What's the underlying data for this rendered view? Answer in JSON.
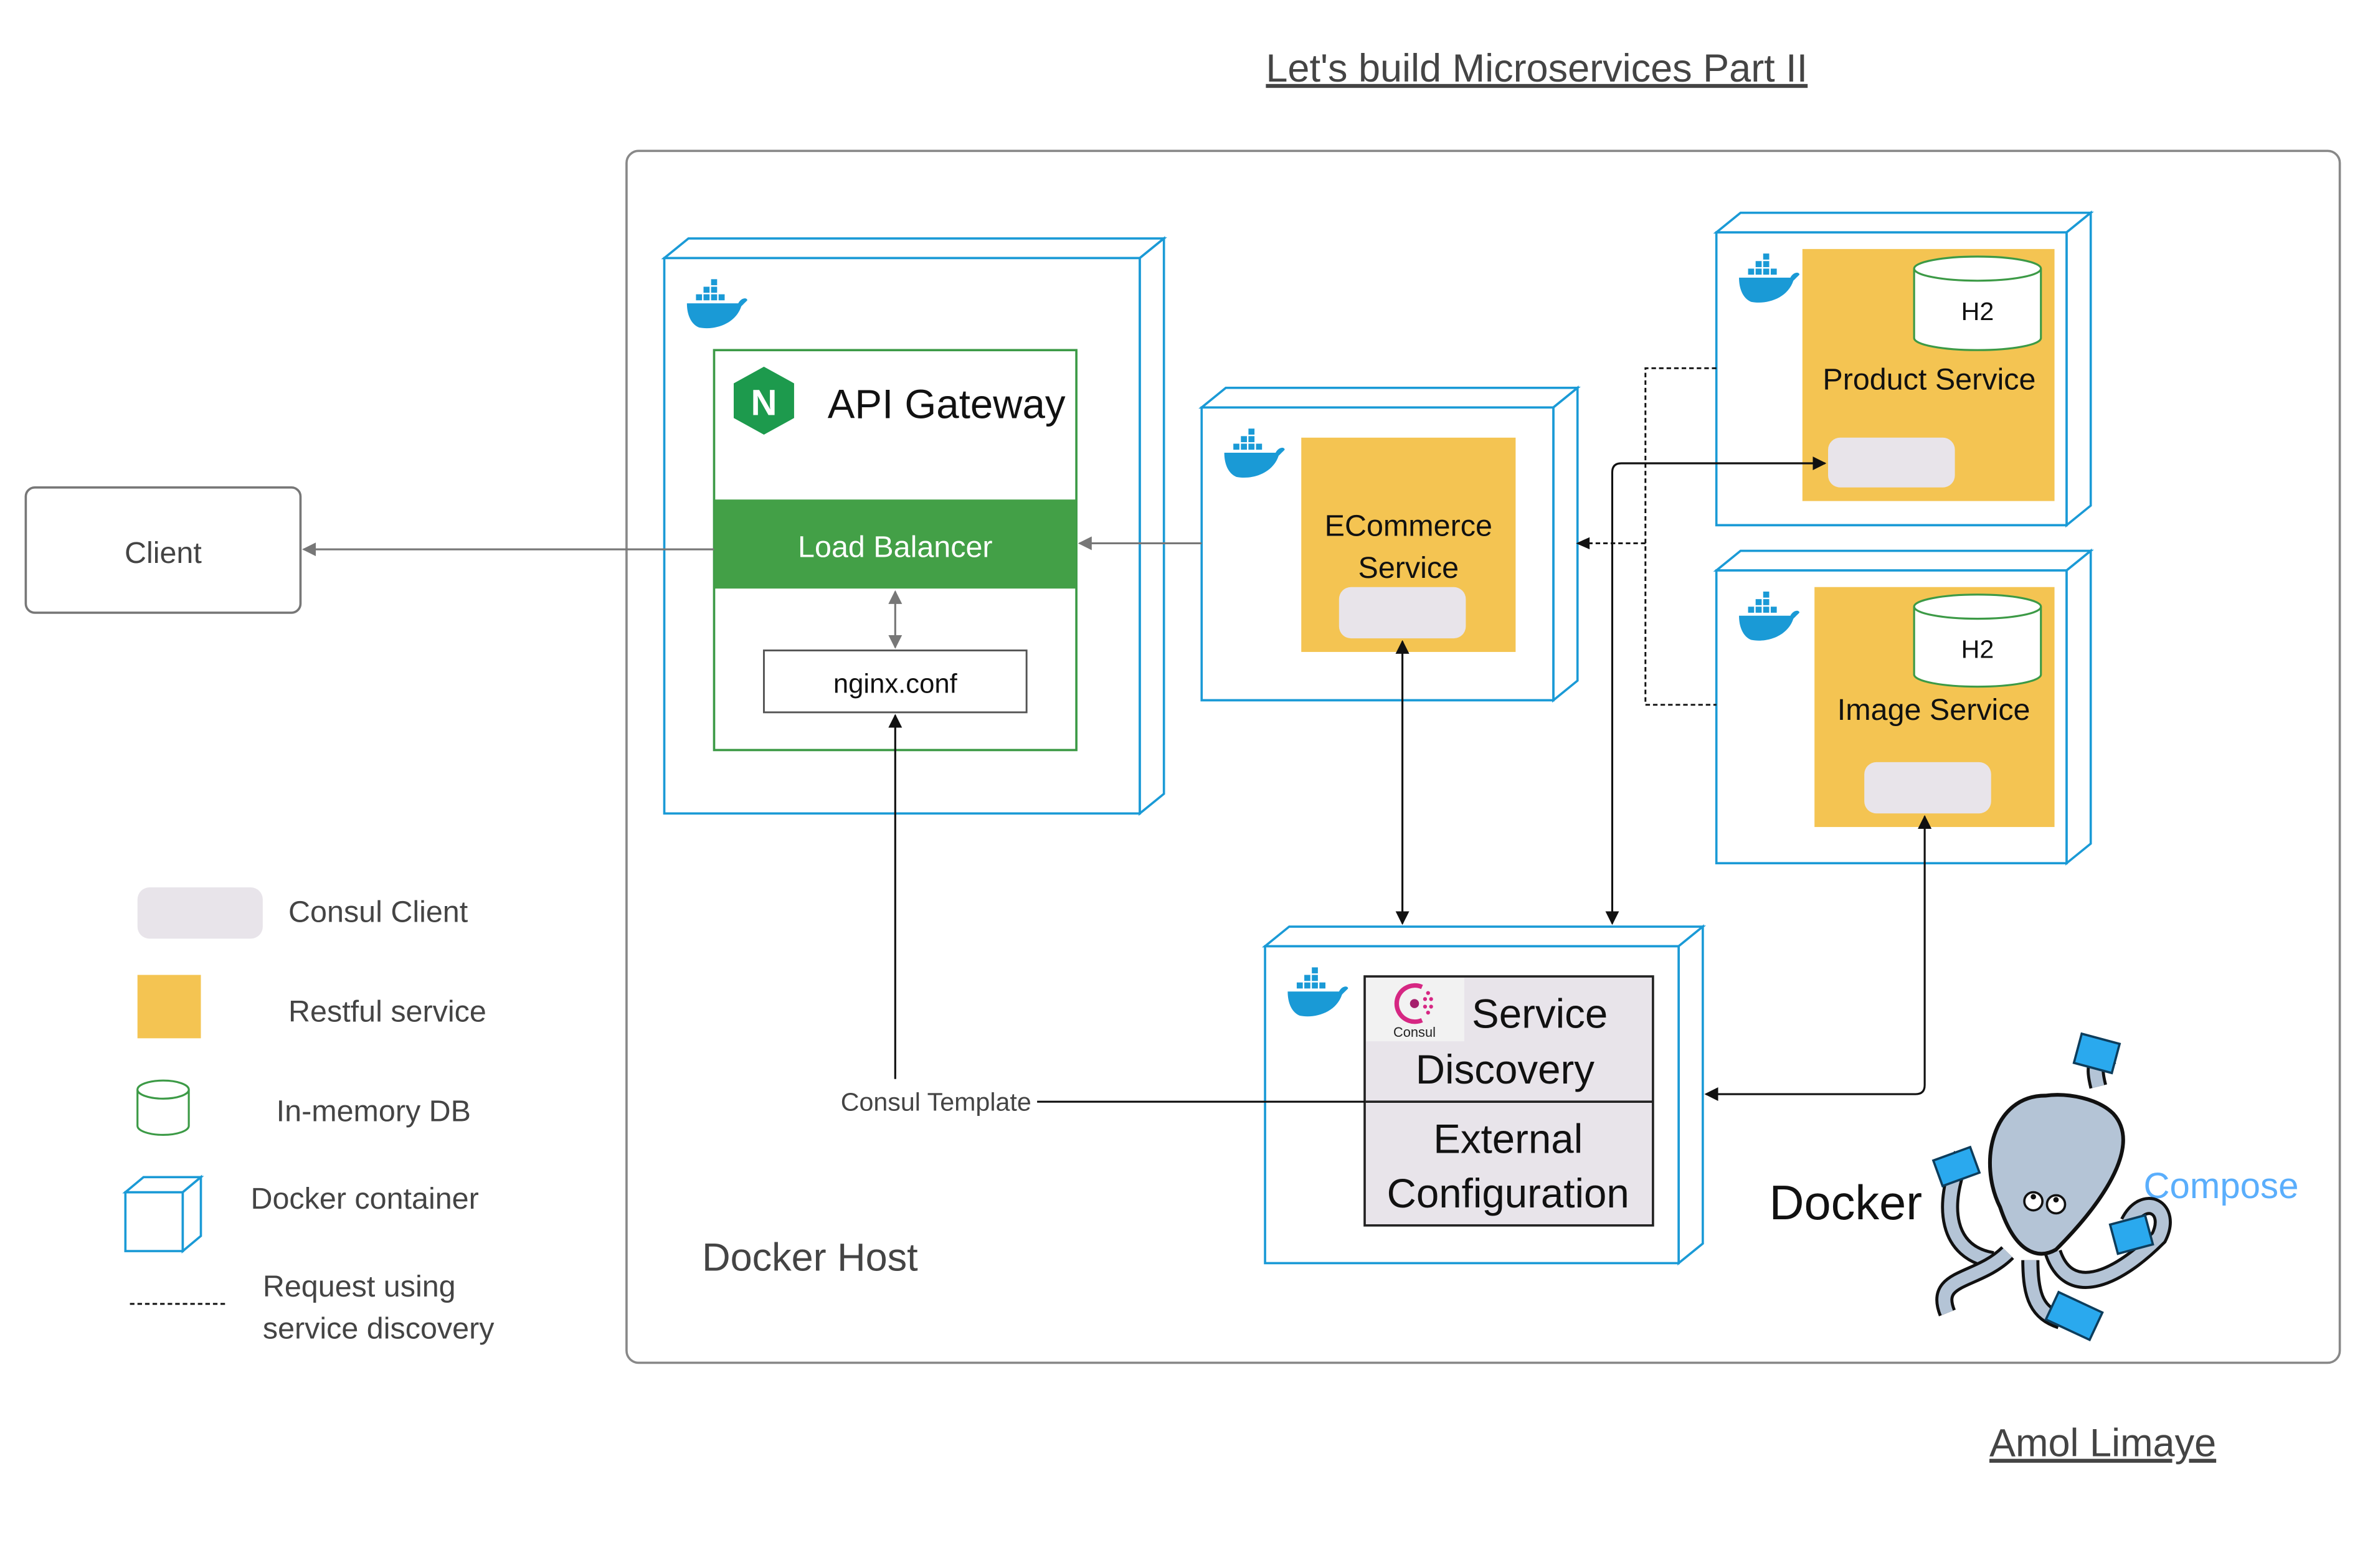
{
  "title": "Let's build Microservices Part II",
  "author": "Amol Limaye",
  "docker_host_label": "Docker Host",
  "client": {
    "label": "Client"
  },
  "api_gateway": {
    "title": "API Gateway",
    "logo_letter": "N",
    "load_balancer": "Load Balancer",
    "config_file": "nginx.conf"
  },
  "ecommerce": {
    "line1": "ECommerce",
    "line2": "Service"
  },
  "product": {
    "label": "Product Service",
    "db": "H2"
  },
  "image": {
    "label": "Image Service",
    "db": "H2"
  },
  "consul": {
    "logo_text": "Consul",
    "line1": "Service",
    "line2": "Discovery",
    "line3": "External",
    "line4": "Configuration",
    "template_label": "Consul Template"
  },
  "compose": {
    "docker": "Docker",
    "compose": "Compose"
  },
  "legend": {
    "consul_client": "Consul Client",
    "restful": "Restful service",
    "db": "In-memory DB",
    "container": "Docker container",
    "request_line1": "Request using",
    "request_line2": "service discovery"
  },
  "colors": {
    "docker_blue": "#1a9ad6",
    "restful_orange": "#f4c452",
    "consul_client_gray": "#e8e4ea",
    "nginx_green": "#43a047",
    "compose_blue": "#5aaefc"
  }
}
